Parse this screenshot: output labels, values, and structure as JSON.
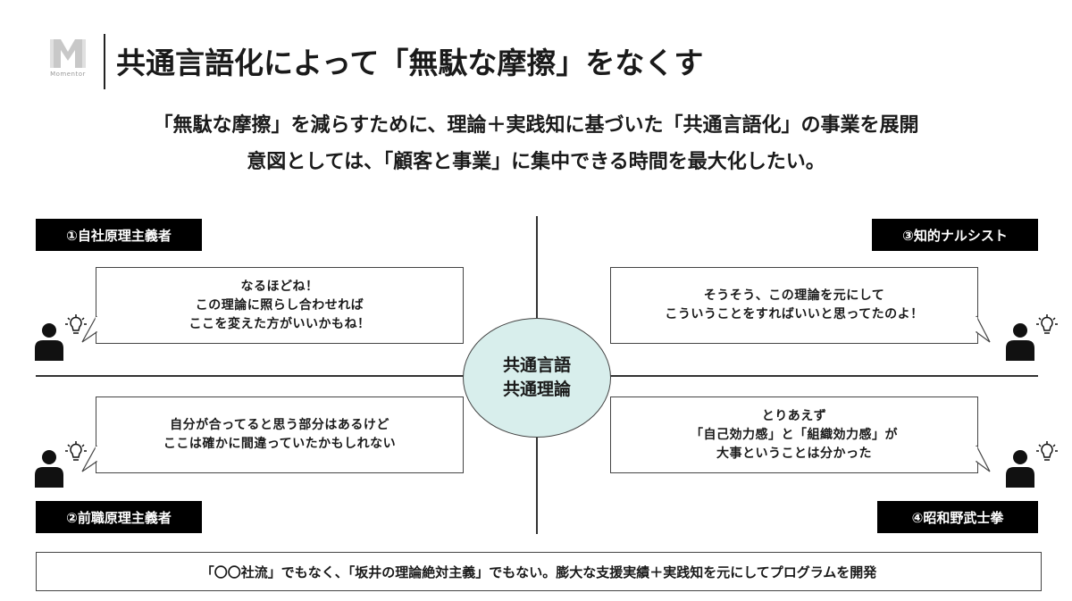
{
  "logo": {
    "text": "Momentor"
  },
  "title": "共通言語化によって「無駄な摩擦」をなくす",
  "subtitle": {
    "line1": "「無駄な摩擦」を減らすために、理論＋実践知に基づいた「共通言語化」の事業を展開",
    "line2": "意図としては、「顧客と事業」に集中できる時間を最大化したい。"
  },
  "center": {
    "line1": "共通言語",
    "line2": "共通理論"
  },
  "quadrants": {
    "top_left": {
      "label": "①自社原理主義者",
      "lines": [
        "なるほどね！",
        "この理論に照らし合わせれば",
        "ここを変えた方がいいかもね！"
      ]
    },
    "top_right": {
      "label": "③知的ナルシスト",
      "lines": [
        "そうそう、この理論を元にして",
        "こういうことをすればいいと思ってたのよ！"
      ]
    },
    "bottom_left": {
      "label": "②前職原理主義者",
      "lines": [
        "自分が合ってると思う部分はあるけど",
        "ここは確かに間違っていたかもしれない"
      ]
    },
    "bottom_right": {
      "label": "④昭和野武士拳",
      "lines": [
        "とりあえず",
        "「自己効力感」と「組織効力感」が",
        "大事ということは分かった"
      ]
    }
  },
  "footer": "「〇〇社流」でもなく、「坂井の理論絶対主義」でもない。膨大な支援実績＋実践知を元にしてプログラムを開発",
  "icons": [
    "logo-icon",
    "person-icon",
    "lightbulb-icon"
  ],
  "colors": {
    "label_bg": "#000000",
    "center_fill": "#d8eeec",
    "text": "#1a1a1a"
  }
}
